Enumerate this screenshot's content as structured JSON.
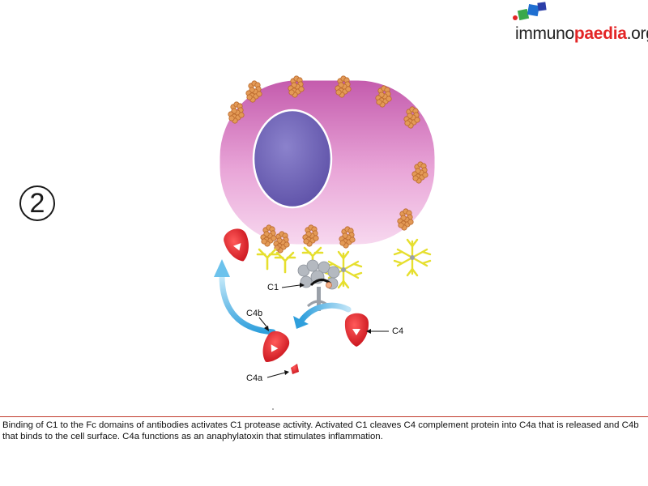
{
  "logo": {
    "part1": "immuno",
    "part2": "paedia",
    "part3": ".org"
  },
  "step_number": "2",
  "labels": {
    "c1": "C1",
    "c4": "C4",
    "c4b": "C4b",
    "c4a": "C4a"
  },
  "caption": "Binding of C1 to the Fc domains of antibodies activates C1 protease activity. Activated C1 cleaves C4 complement protein into C4a that is released and C4b that binds to the cell surface. C4a functions as an anaphylatoxin that stimulates inflammation.",
  "colors": {
    "brand_red": "#e32526",
    "divider": "#c0392b",
    "cell": "#e9a6d8",
    "nucleus": "#7468b8",
    "complement": "#e0242b",
    "arrow": "#58b6e6",
    "antibody": "#e6df2e",
    "antigen": "#e39a56"
  },
  "icons": [
    "logo-cubes-icon",
    "cell-icon",
    "nucleus-icon",
    "antigen-icon",
    "antibody-icon",
    "c1-complex-icon",
    "c4-molecule-icon",
    "c4b-molecule-icon",
    "c4a-fragment-icon",
    "curved-arrow-icon",
    "pointer-arrow-icon"
  ]
}
